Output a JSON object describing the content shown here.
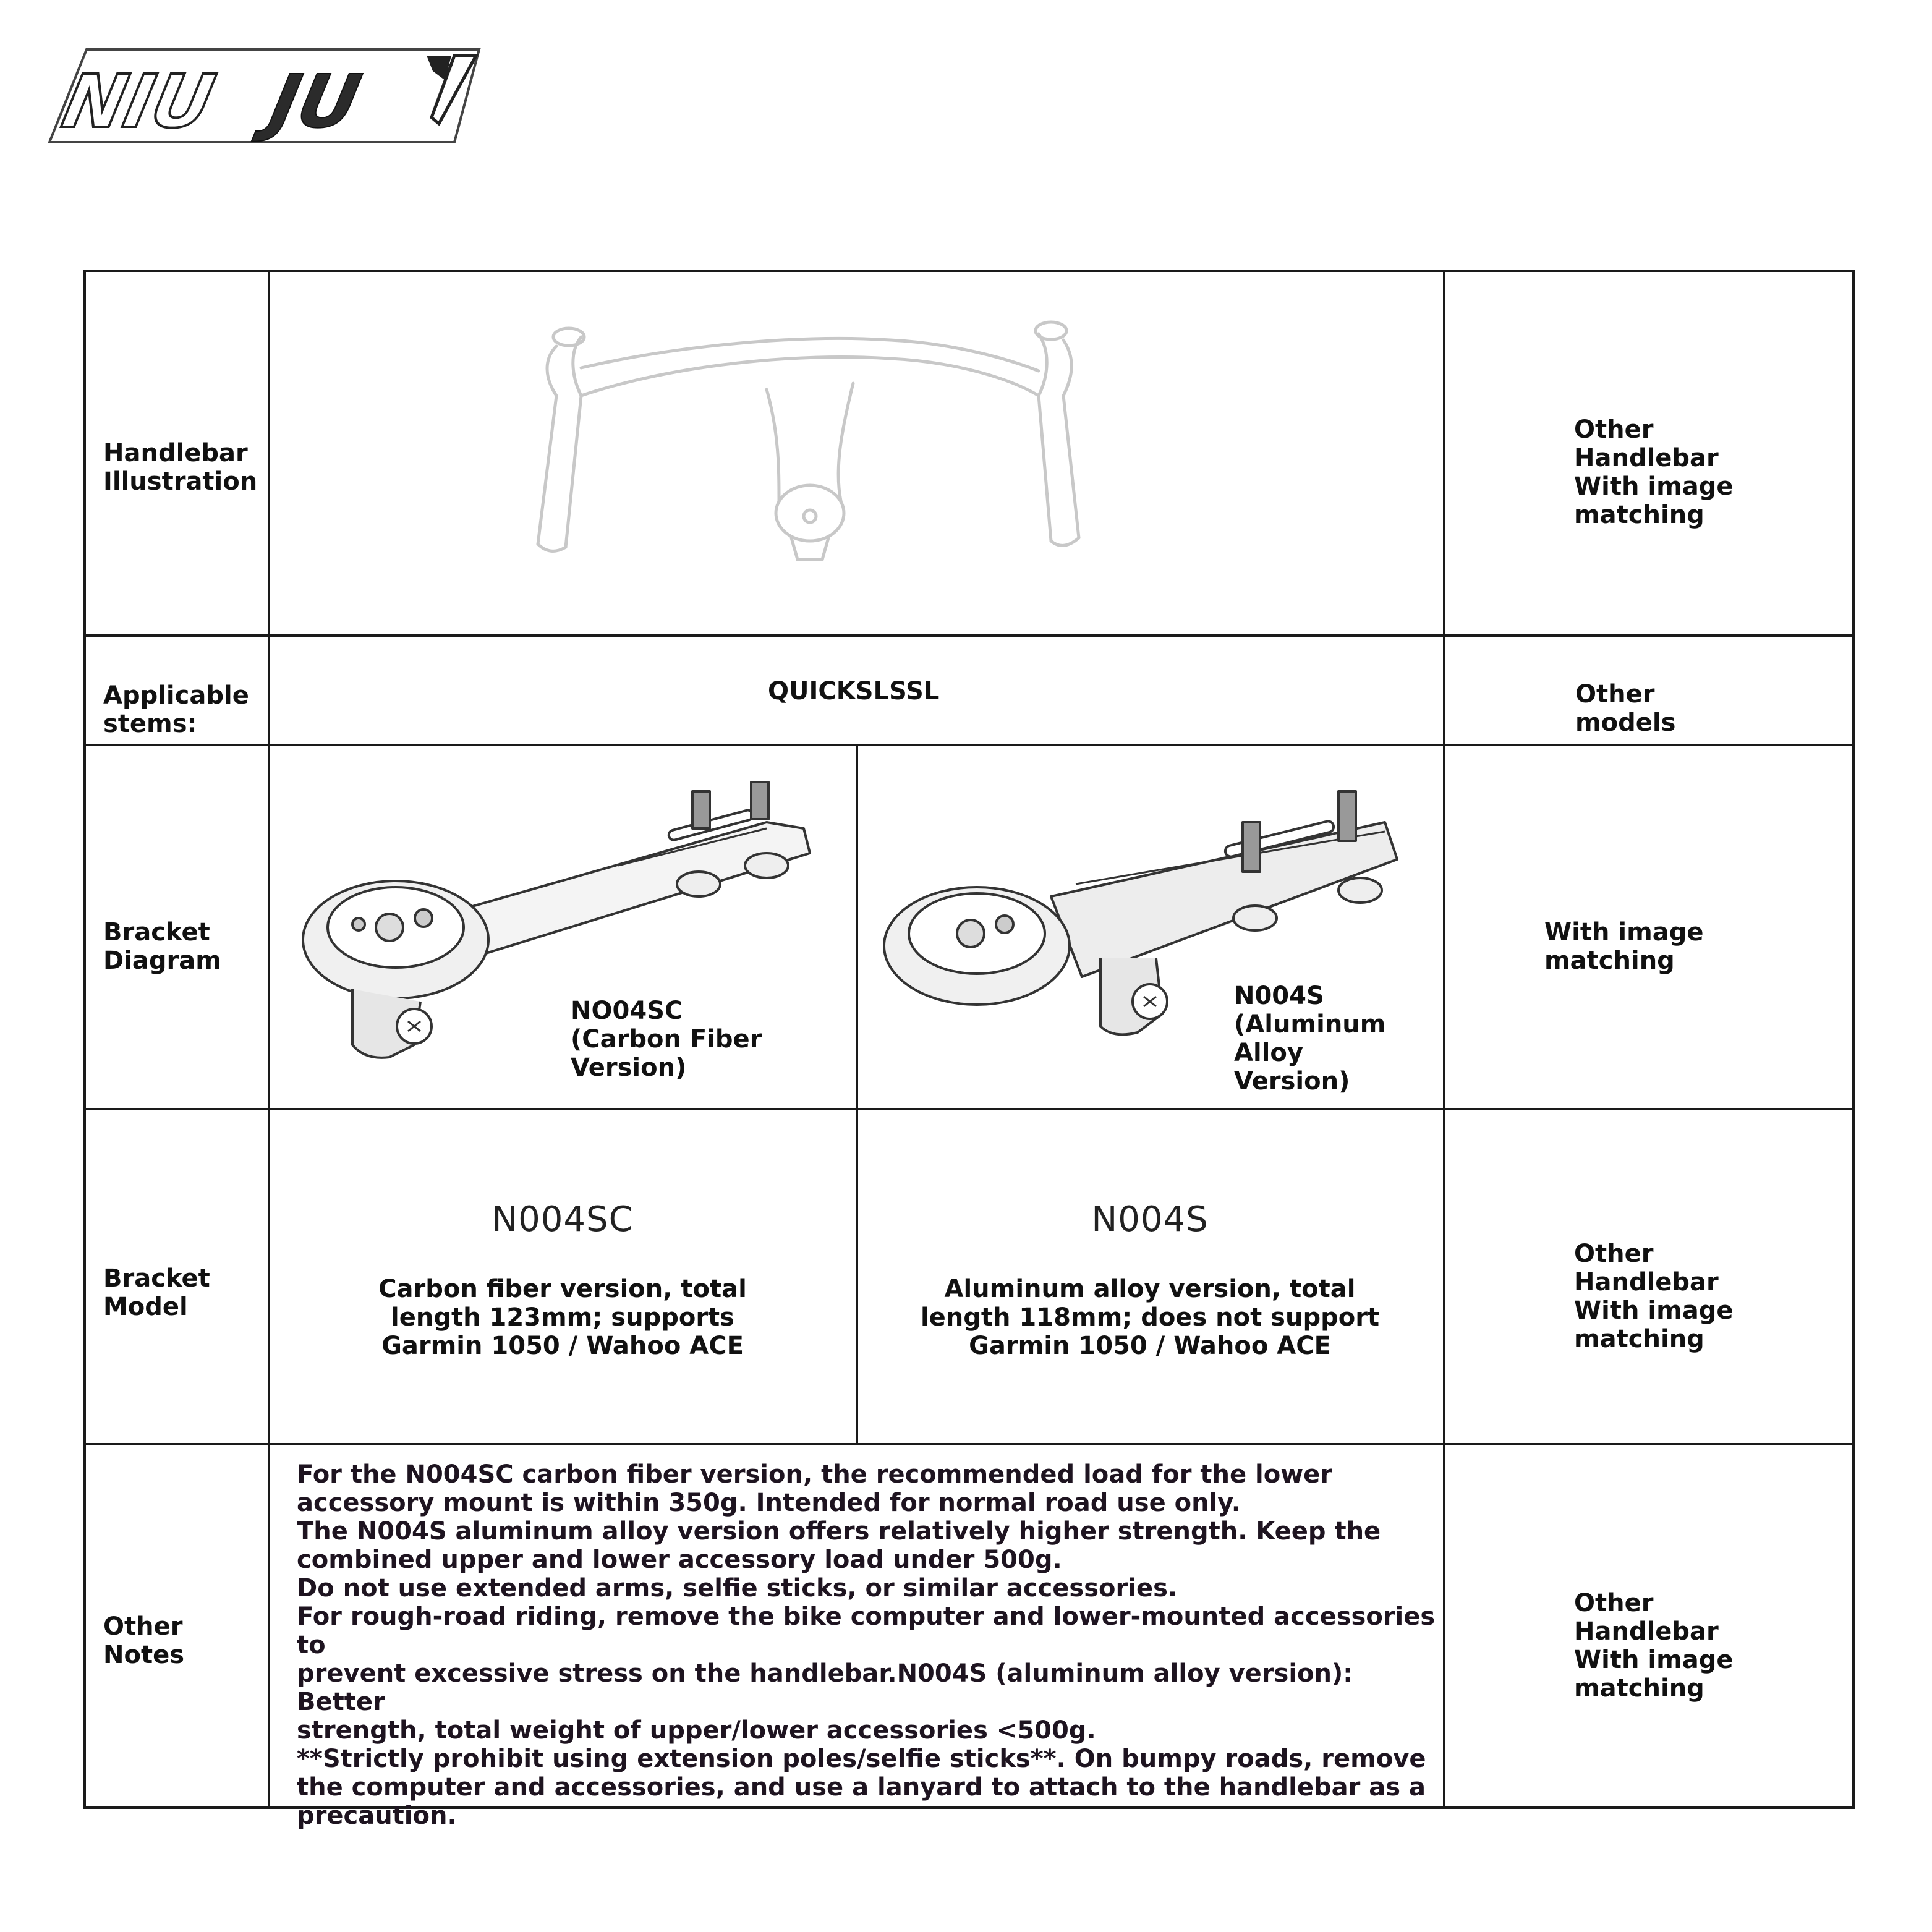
{
  "brand": {
    "logo_text": "NIU JU"
  },
  "rows": {
    "handlebar": {
      "label": "Handlebar\nIllustration",
      "side": "Other\nHandlebar\nWith image\nmatching"
    },
    "stems": {
      "label": "Applicable\nstems:",
      "value": "QUICKSLSSL",
      "side": "Other\nmodels"
    },
    "diagram": {
      "label": "Bracket\nDiagram",
      "left_caption": "NO04SC\n(Carbon Fiber\nVersion)",
      "right_caption": "N004S\n(Aluminum\nAlloy\nVersion)",
      "side": "With image\nmatching"
    },
    "model": {
      "label": "Bracket\nModel",
      "left_code": "N004SC",
      "left_desc": "Carbon fiber version, total\nlength 123mm; supports\nGarmin 1050 / Wahoo ACE",
      "right_code": "N004S",
      "right_desc": "Aluminum alloy version, total\nlength 118mm; does not support\nGarmin 1050 / Wahoo ACE",
      "side": "Other\nHandlebar\nWith image\nmatching"
    },
    "notes": {
      "label": "Other\nNotes",
      "text": "For the N004SC carbon fiber version, the recommended load for the lower\naccessory mount is within 350g. Intended for normal road use only.\nThe N004S aluminum alloy version offers relatively higher strength. Keep the\ncombined upper and lower accessory load under 500g.\nDo not use extended arms, selfie sticks, or similar accessories.\nFor rough-road riding, remove the bike computer and lower-mounted accessories to\nprevent excessive stress on the handlebar.N004S (aluminum alloy version): Better\nstrength, total weight of upper/lower accessories <500g.\n**Strictly prohibit using extension poles/selfie sticks**. On bumpy roads, remove\nthe computer and accessories, and use a lanyard to attach to the handlebar as a\nprecaution.",
      "side": "Other\nHandlebar\nWith image\nmatching"
    }
  }
}
